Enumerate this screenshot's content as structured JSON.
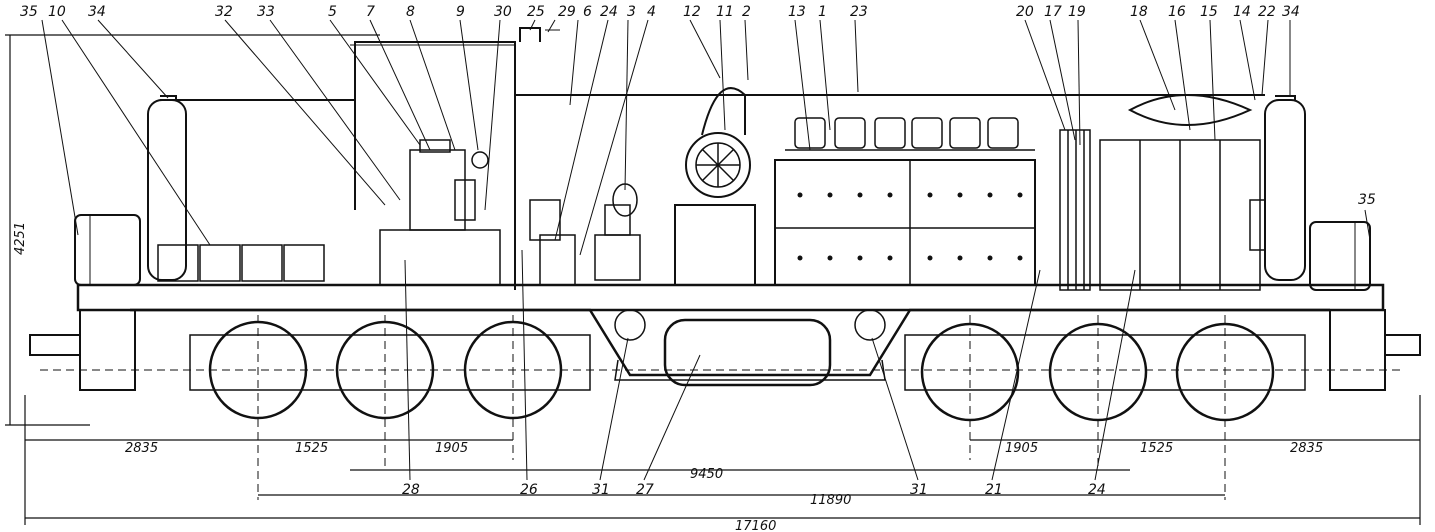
{
  "top_labels": [
    "35",
    "10",
    "34",
    "32",
    "33",
    "5",
    "7",
    "8",
    "9",
    "30",
    "25",
    "29",
    "6",
    "24",
    "3",
    "4",
    "12",
    "11",
    "2",
    "13",
    "1",
    "23",
    "20",
    "17",
    "19",
    "18",
    "16",
    "15",
    "14",
    "22",
    "34"
  ],
  "right_label": "35",
  "height_label": "4251",
  "bottom_labels": [
    "28",
    "26",
    "31",
    "27",
    "31",
    "21",
    "24"
  ],
  "dimensions": {
    "left_end": "2835",
    "left_axle_1": "1525",
    "left_axle_2": "1905",
    "bogie_center": "9450",
    "right_axle_1": "1905",
    "right_axle_2": "1525",
    "right_end": "2835",
    "axle_base": "11890",
    "overall_length": "17160"
  }
}
